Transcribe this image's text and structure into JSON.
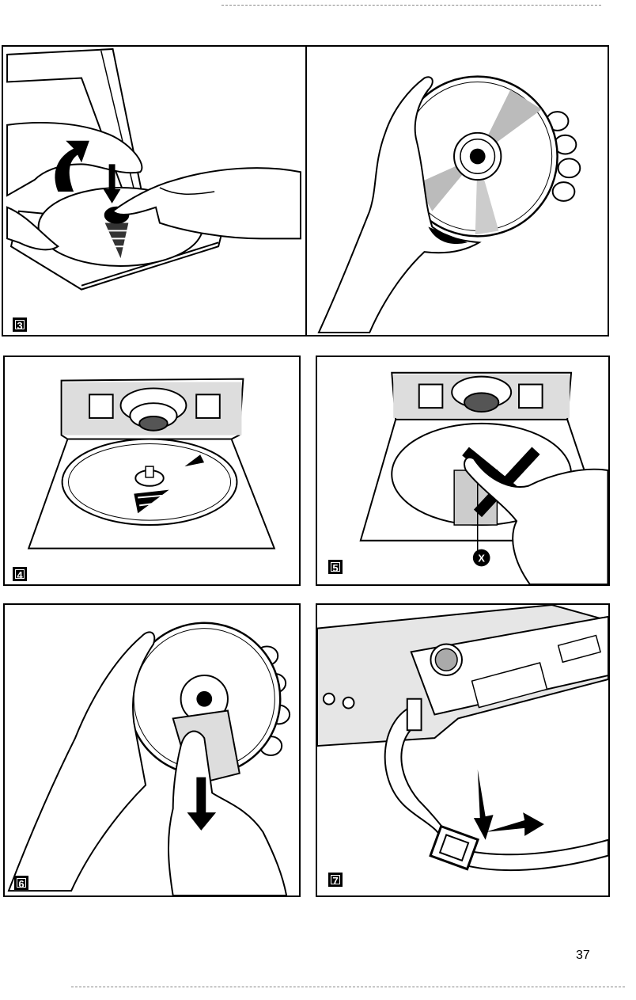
{
  "page": {
    "number": "37"
  },
  "figures": [
    {
      "id": "fig-3",
      "label": "3"
    },
    {
      "id": "fig-3b",
      "label": ""
    },
    {
      "id": "fig-4",
      "label": "4"
    },
    {
      "id": "fig-5",
      "label": "5",
      "callout": "X"
    },
    {
      "id": "fig-6",
      "label": "6"
    },
    {
      "id": "fig-7",
      "label": "7"
    }
  ]
}
